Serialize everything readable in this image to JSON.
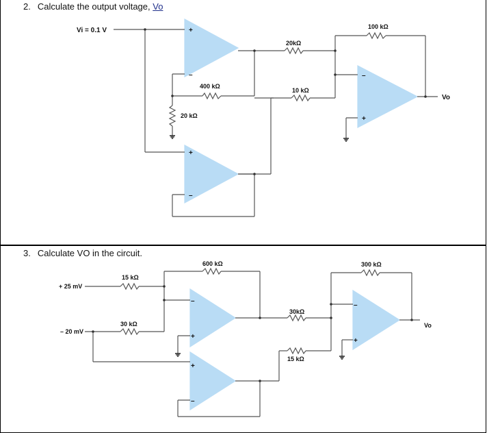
{
  "problem2": {
    "number": "2.",
    "text": "Calculate the output voltage, ",
    "target": "Vo",
    "input_label": "Vi = 0.1 V",
    "output_label": "Vo",
    "resistors": {
      "r400": "400 kΩ",
      "r20_ground": "20 kΩ",
      "r20_top": "20kΩ",
      "r10": "10 kΩ",
      "r100": "100 kΩ"
    }
  },
  "problem3": {
    "number": "3.",
    "text": "Calculate VO in the circuit.",
    "input1_label": "+ 25 mV",
    "input2_label": "– 20 mV",
    "output_label": "Vo",
    "resistors": {
      "r15_in": "15 kΩ",
      "r30_in": "30 kΩ",
      "r600": "600 kΩ",
      "r30_mid": "30kΩ",
      "r15_mid": "15 kΩ",
      "r300": "300 kΩ"
    }
  },
  "signs": {
    "plus": "+",
    "minus": "–"
  },
  "colors": {
    "opamp_fill": "#b9dcf5",
    "wire": "#555555"
  }
}
